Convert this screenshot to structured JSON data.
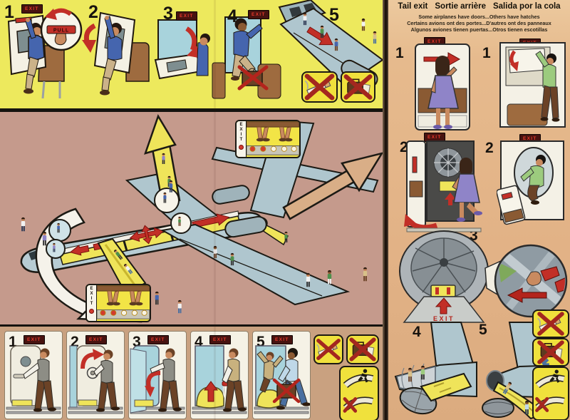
{
  "labels": {
    "exit": "EXIT",
    "pull": "PULL"
  },
  "header": {
    "title_en": "Tail exit",
    "title_fr": "Sortie arrière",
    "title_es": "Salida por la cola",
    "subtitle_en": "Some airplanes have doors...Others have hatches",
    "subtitle_fr": "Certains avions ont des portes...D'autres ont des panneaux",
    "subtitle_es": "Algunos aviones tienen puertas...Otros tienen escotillas"
  },
  "sequences": {
    "overwing": {
      "numbers": [
        "1",
        "2",
        "3",
        "4",
        "5"
      ]
    },
    "main_door": {
      "numbers": [
        "1",
        "2",
        "3",
        "4",
        "5"
      ]
    },
    "tail_door_column": {
      "numbers": [
        "1",
        "2"
      ]
    },
    "tail_hatch_column": {
      "numbers": [
        "1",
        "2"
      ]
    },
    "tail_shared": {
      "numbers": [
        "3",
        "4",
        "5"
      ]
    }
  },
  "floor_path_sign": {
    "letters": [
      "E",
      "X",
      "I",
      "T"
    ]
  },
  "pictograms": {
    "no_smoking": "no-smoking-icon",
    "no_luggage": "no-luggage-icon",
    "no_luggage_no_heels": "no-luggage-no-heels-icon",
    "jump_onto_slide": "jump-onto-slide-icon"
  },
  "colors": {
    "strip_yellow": "#EDE95D",
    "diagram_mauve": "#C59A8C",
    "page_peach": "#E2B286",
    "bottom_tan": "#C9A180",
    "exit_sign_bg": "#471310",
    "exit_sign_red": "#E8392B",
    "arrow_red": "#C22F27",
    "slide_yellow": "#EFE45A",
    "aircraft_blue": "#AFC6CE"
  }
}
